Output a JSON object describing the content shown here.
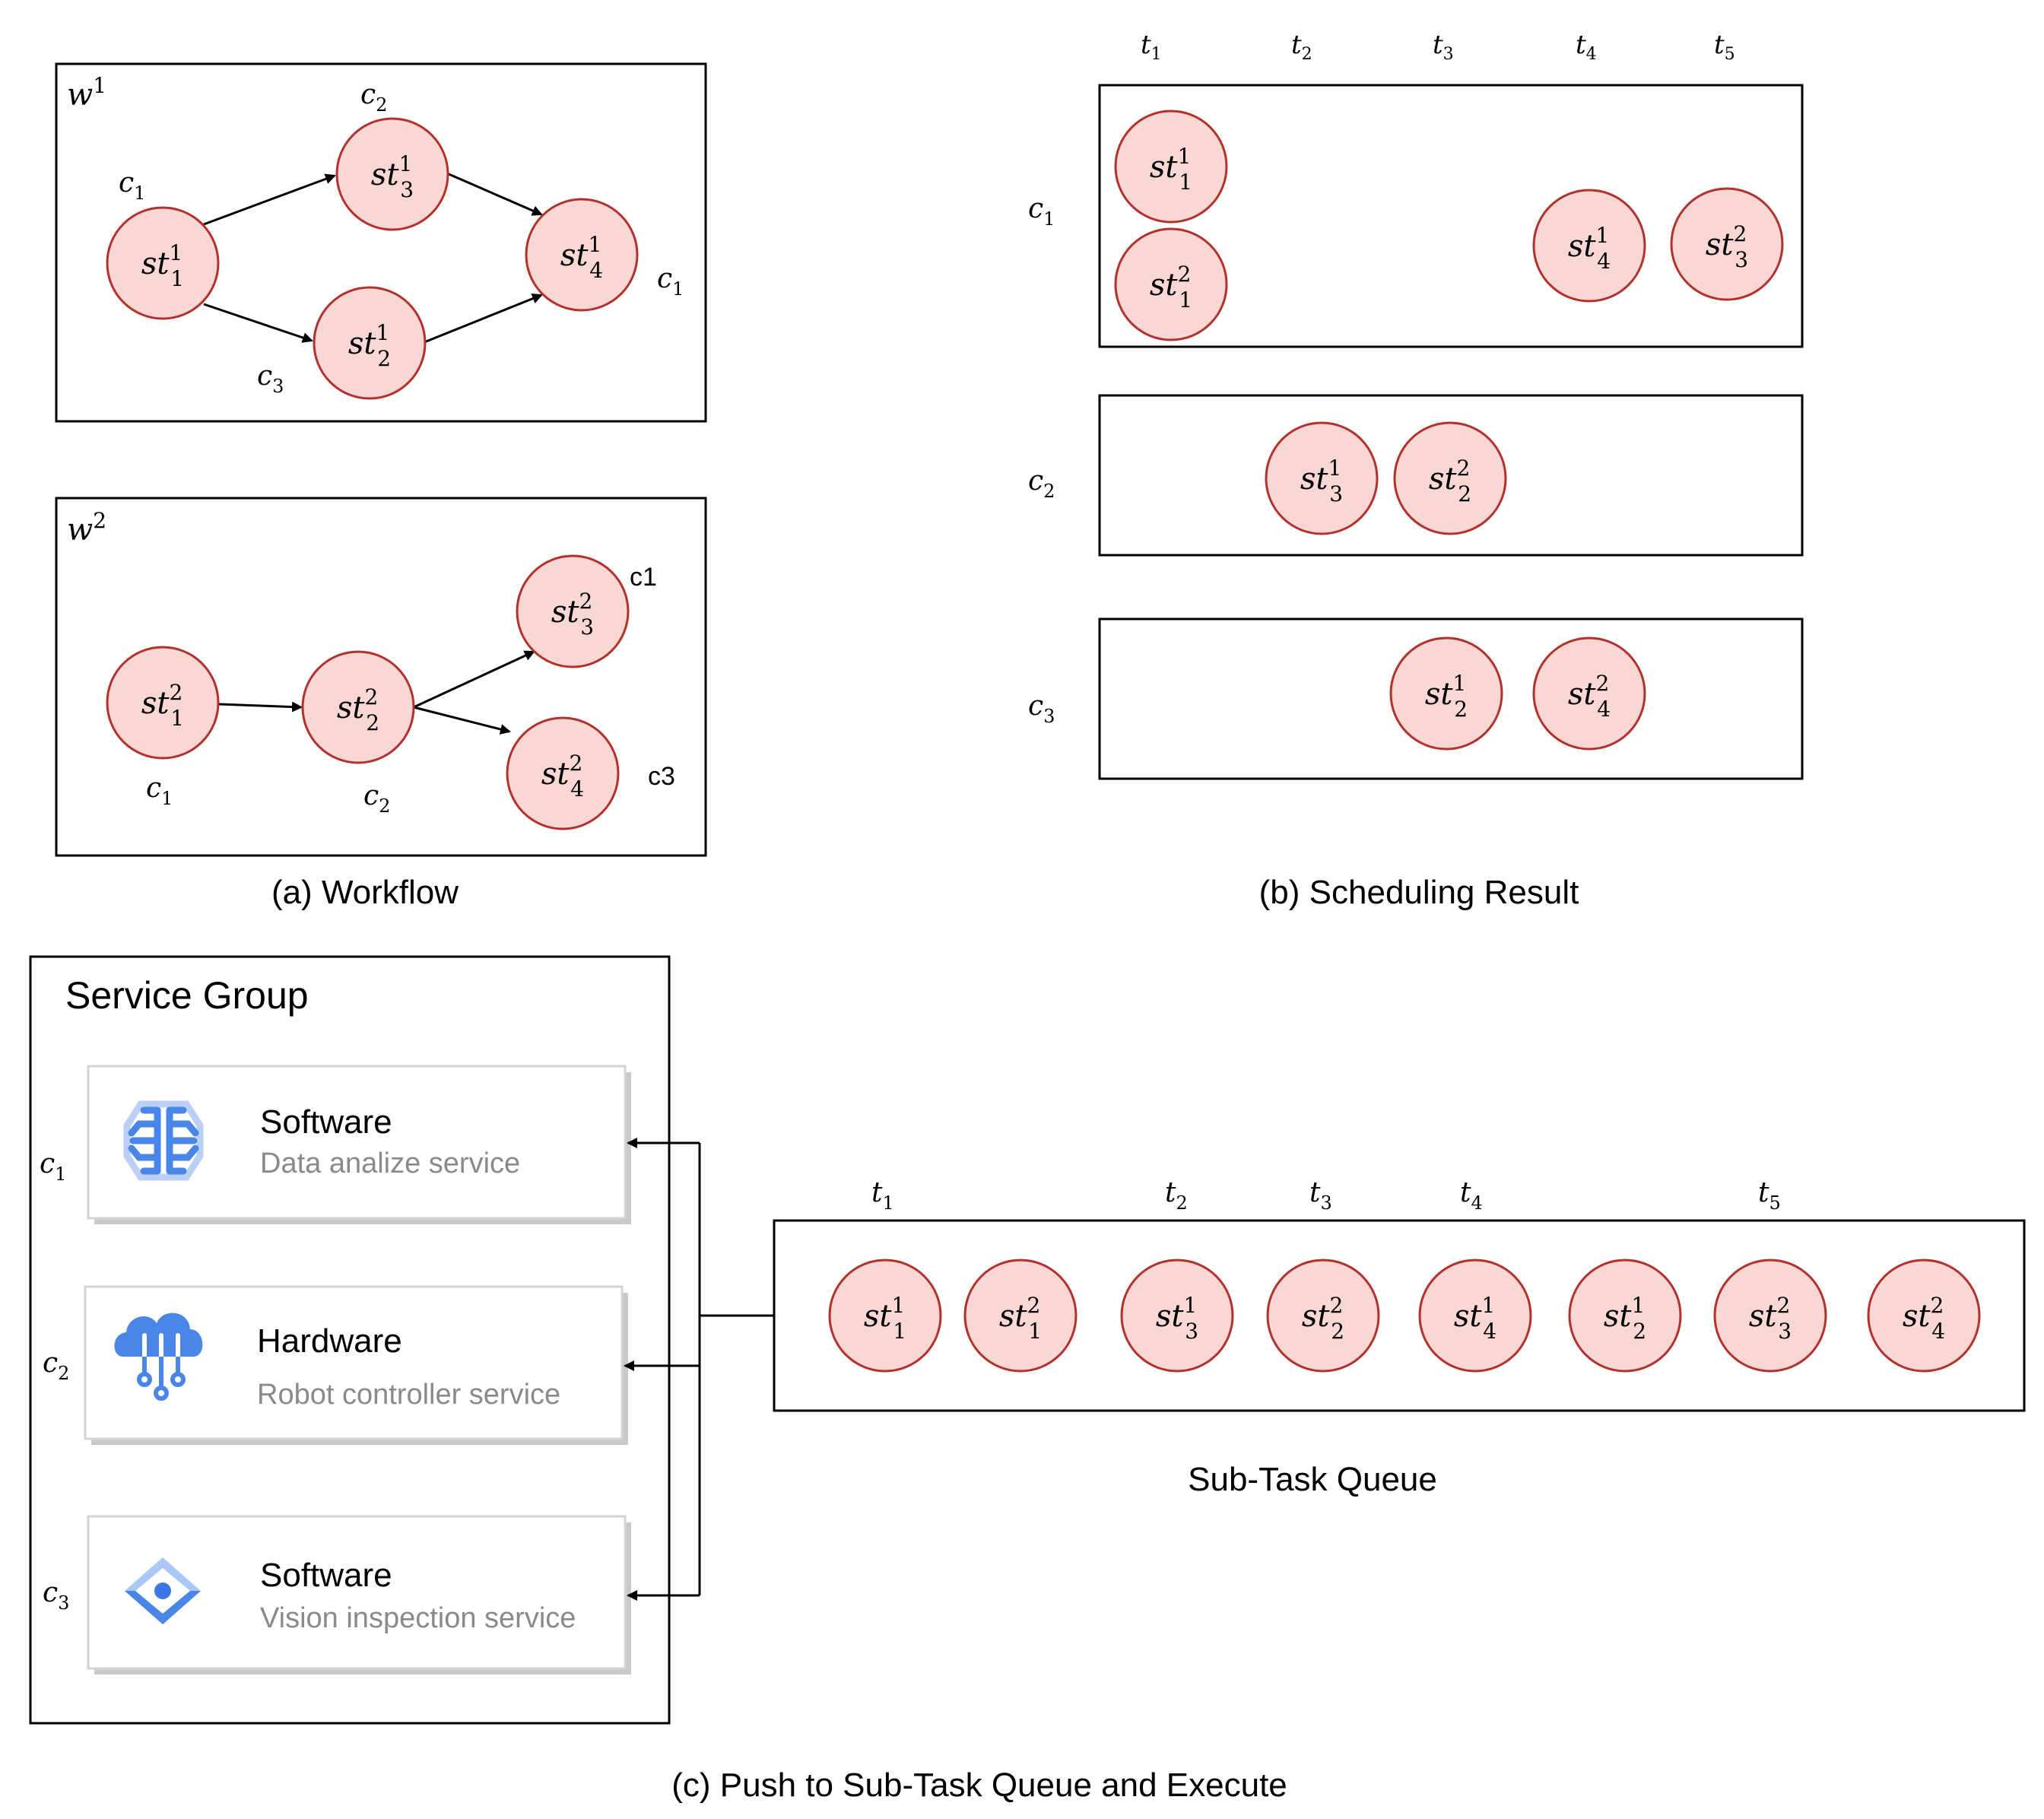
{
  "captions": {
    "workflow": "(a) Workflow",
    "scheduling": "(b) Scheduling Result",
    "push": "(c) Push to Sub-Task Queue and Execute",
    "queue": "Sub-Task Queue"
  },
  "workflows": [
    {
      "label": {
        "b": "w",
        "sup": "1"
      },
      "nodes": [
        {
          "id": "w1n1",
          "b": "st",
          "sup": "1",
          "sub": "1",
          "comp": {
            "b": "c",
            "sub": "1"
          }
        },
        {
          "id": "w1n3",
          "b": "st",
          "sup": "1",
          "sub": "3",
          "comp": {
            "b": "c",
            "sub": "2"
          }
        },
        {
          "id": "w1n2",
          "b": "st",
          "sup": "1",
          "sub": "2",
          "comp": {
            "b": "c",
            "sub": "3"
          }
        },
        {
          "id": "w1n4",
          "b": "st",
          "sup": "1",
          "sub": "4",
          "comp": {
            "b": "c",
            "sub": "1"
          }
        }
      ],
      "edges": [
        [
          "w1n1",
          "w1n3"
        ],
        [
          "w1n1",
          "w1n2"
        ],
        [
          "w1n3",
          "w1n4"
        ],
        [
          "w1n2",
          "w1n4"
        ]
      ]
    },
    {
      "label": {
        "b": "w",
        "sup": "2"
      },
      "nodes": [
        {
          "id": "w2n1",
          "b": "st",
          "sup": "2",
          "sub": "1",
          "comp": {
            "b": "c",
            "sub": "1"
          }
        },
        {
          "id": "w2n2",
          "b": "st",
          "sup": "2",
          "sub": "2",
          "comp": {
            "b": "c",
            "sub": "2"
          }
        },
        {
          "id": "w2n3",
          "b": "st",
          "sup": "2",
          "sub": "3",
          "comp": {
            "plain": "c1"
          }
        },
        {
          "id": "w2n4",
          "b": "st",
          "sup": "2",
          "sub": "4",
          "comp": {
            "plain": "c3"
          }
        }
      ],
      "edges": [
        [
          "w2n1",
          "w2n2"
        ],
        [
          "w2n2",
          "w2n3"
        ],
        [
          "w2n2",
          "w2n4"
        ]
      ]
    }
  ],
  "scheduling": {
    "time_labels": [
      {
        "b": "t",
        "sub": "1"
      },
      {
        "b": "t",
        "sub": "2"
      },
      {
        "b": "t",
        "sub": "3"
      },
      {
        "b": "t",
        "sub": "4"
      },
      {
        "b": "t",
        "sub": "5"
      }
    ],
    "rows": [
      {
        "label": {
          "b": "c",
          "sub": "1"
        },
        "nodes": [
          {
            "b": "st",
            "sup": "1",
            "sub": "1"
          },
          {
            "b": "st",
            "sup": "2",
            "sub": "1"
          },
          {
            "b": "st",
            "sup": "1",
            "sub": "4"
          },
          {
            "b": "st",
            "sup": "2",
            "sub": "3"
          }
        ]
      },
      {
        "label": {
          "b": "c",
          "sub": "2"
        },
        "nodes": [
          {
            "b": "st",
            "sup": "1",
            "sub": "3"
          },
          {
            "b": "st",
            "sup": "2",
            "sub": "2"
          }
        ]
      },
      {
        "label": {
          "b": "c",
          "sub": "3"
        },
        "nodes": [
          {
            "b": "st",
            "sup": "1",
            "sub": "2"
          },
          {
            "b": "st",
            "sup": "2",
            "sub": "4"
          }
        ]
      }
    ]
  },
  "service_group": {
    "title": "Service Group",
    "services": [
      {
        "comp": {
          "b": "c",
          "sub": "1"
        },
        "name": "Software",
        "desc": "Data analize service",
        "icon": "brain-chip-icon",
        "icon_color": "#4a86e8"
      },
      {
        "comp": {
          "b": "c",
          "sub": "2"
        },
        "name": "Hardware",
        "desc": "Robot controller service",
        "icon": "cloud-iot-icon",
        "icon_color": "#4a86e8"
      },
      {
        "comp": {
          "b": "c",
          "sub": "3"
        },
        "name": "Software",
        "desc": "Vision inspection service",
        "icon": "vision-eye-icon",
        "icon_color": "#4a86e8"
      }
    ]
  },
  "queue": {
    "time_labels": [
      {
        "b": "t",
        "sub": "1"
      },
      {
        "b": "t",
        "sub": "2"
      },
      {
        "b": "t",
        "sub": "3"
      },
      {
        "b": "t",
        "sub": "4"
      },
      {
        "b": "t",
        "sub": "5"
      }
    ],
    "nodes": [
      {
        "b": "st",
        "sup": "1",
        "sub": "1"
      },
      {
        "b": "st",
        "sup": "2",
        "sub": "1"
      },
      {
        "b": "st",
        "sup": "1",
        "sub": "3"
      },
      {
        "b": "st",
        "sup": "2",
        "sub": "2"
      },
      {
        "b": "st",
        "sup": "1",
        "sub": "4"
      },
      {
        "b": "st",
        "sup": "1",
        "sub": "2"
      },
      {
        "b": "st",
        "sup": "2",
        "sub": "3"
      },
      {
        "b": "st",
        "sup": "2",
        "sub": "4"
      }
    ]
  },
  "colors": {
    "node_fill": "#f8d7d4",
    "node_stroke": "#b3312c",
    "service_desc": "#8a8a8a",
    "icon": "#4a86e8"
  }
}
